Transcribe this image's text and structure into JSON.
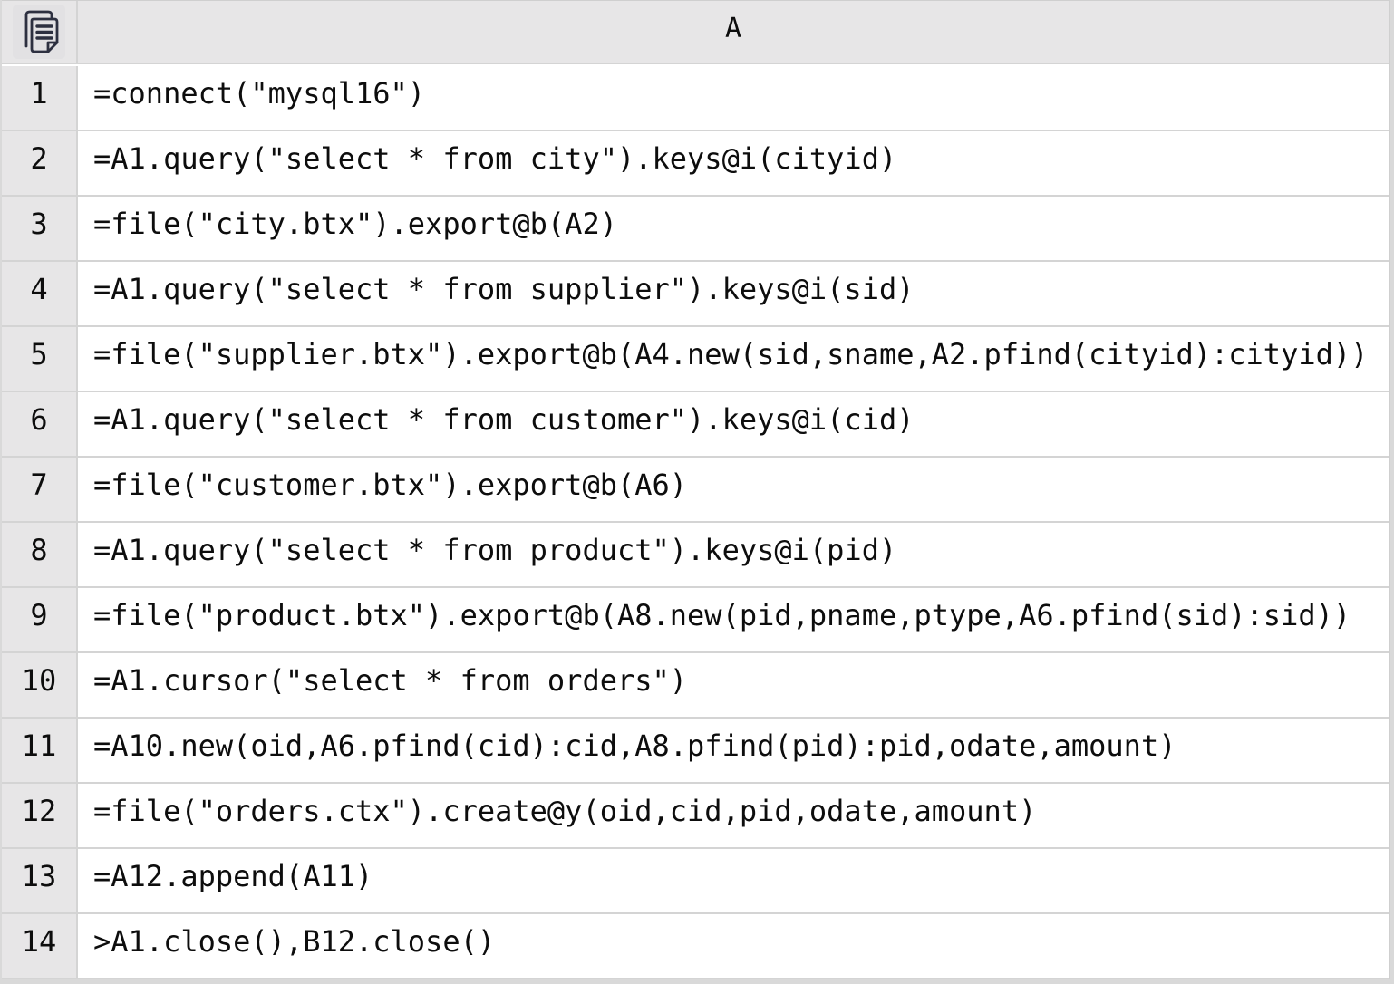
{
  "app": {
    "type": "spl-spreadsheet-grid",
    "corner_icon": "copy-pages-icon"
  },
  "colors": {
    "header_bg": "#e7e6e7",
    "gridline": "#d4d4d4",
    "cell_bg": "#ffffff",
    "text": "#0d0d0d",
    "icon_stroke": "#2d3040"
  },
  "header": {
    "column_label": "A"
  },
  "rows": [
    {
      "num": "1",
      "code": "=connect(\"mysql16\")"
    },
    {
      "num": "2",
      "code": "=A1.query(\"select * from city\").keys@i(cityid)"
    },
    {
      "num": "3",
      "code": "=file(\"city.btx\").export@b(A2)"
    },
    {
      "num": "4",
      "code": "=A1.query(\"select * from supplier\").keys@i(sid)"
    },
    {
      "num": "5",
      "code": "=file(\"supplier.btx\").export@b(A4.new(sid,sname,A2.pfind(cityid):cityid))"
    },
    {
      "num": "6",
      "code": "=A1.query(\"select * from customer\").keys@i(cid)"
    },
    {
      "num": "7",
      "code": "=file(\"customer.btx\").export@b(A6)"
    },
    {
      "num": "8",
      "code": "=A1.query(\"select * from product\").keys@i(pid)"
    },
    {
      "num": "9",
      "code": "=file(\"product.btx\").export@b(A8.new(pid,pname,ptype,A6.pfind(sid):sid))"
    },
    {
      "num": "10",
      "code": "=A1.cursor(\"select * from orders\")"
    },
    {
      "num": "11",
      "code": "=A10.new(oid,A6.pfind(cid):cid,A8.pfind(pid):pid,odate,amount)"
    },
    {
      "num": "12",
      "code": "=file(\"orders.ctx\").create@y(oid,cid,pid,odate,amount)"
    },
    {
      "num": "13",
      "code": "=A12.append(A11)"
    },
    {
      "num": "14",
      "code": ">A1.close(),B12.close()"
    }
  ]
}
